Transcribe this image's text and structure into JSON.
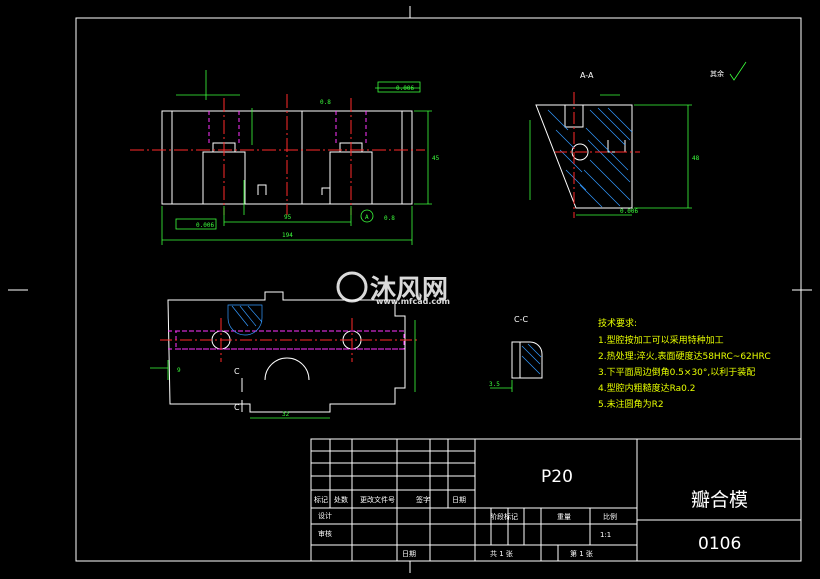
{
  "drawing": {
    "material": "P20",
    "part_name": "瓣合模",
    "drawing_number": "0106",
    "scale": "1:1",
    "section_aa_label": "A-A",
    "section_cc_label": "C-C",
    "surface_rest_label": "其余",
    "dim_total_width": "194",
    "dim_hole_spacing": "95",
    "dim_height": "45",
    "dim_section_height": "48",
    "dim_cc_width": "3.5",
    "dim_plan_width": "32",
    "dim_plan_left": "9",
    "flatness": "0.006",
    "parallelism": "0.006",
    "surface_finish": "0.8",
    "view_marker_a": "A",
    "view_marker_c": "C",
    "view_marker_c2": "C"
  },
  "tech_requirements": {
    "title": "技术要求:",
    "items": [
      "1.型腔按加工可以采用特种加工",
      "2.热处理:淬火,表面硬度达58HRC~62HRC",
      "3.下平面周边倒角0.5×30°,以利于装配",
      "4.型腔内粗糙度达Ra0.2",
      "5.未注圆角为R2"
    ]
  },
  "title_block": {
    "headers": [
      "标记",
      "处数",
      "更改文件号",
      "签字",
      "日期"
    ],
    "row_labels": [
      "设计",
      "审核",
      "日期"
    ],
    "stage_headers": [
      "阶段标记",
      "重量",
      "比例"
    ],
    "sheet_total": "共 1 张",
    "sheet_index": "第 1 张"
  },
  "watermark": {
    "brand": "沐风网",
    "url": "www.mfcad.com"
  }
}
